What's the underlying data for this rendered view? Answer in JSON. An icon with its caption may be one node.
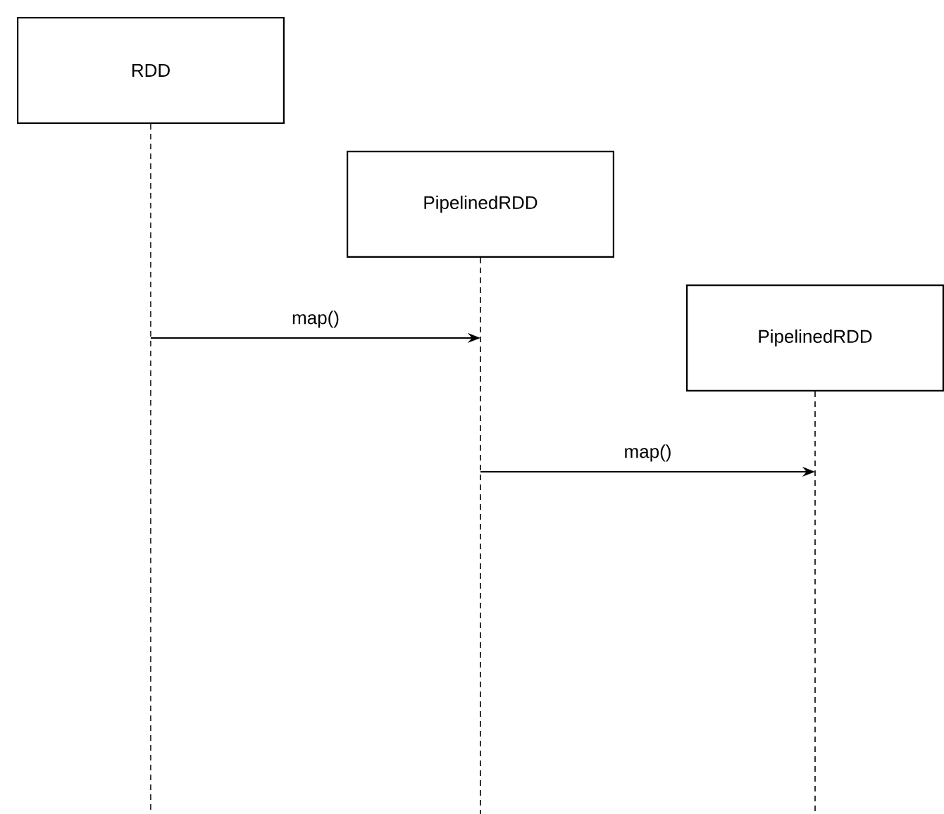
{
  "diagram": {
    "nodes": [
      {
        "text": [
          "RDD"
        ]
      },
      {
        "text": [
          "PipelinedRDD"
        ]
      },
      {
        "text": [
          "PipelinedRDD"
        ]
      }
    ],
    "edges": [
      {
        "from": 0,
        "to": 1,
        "arrow": "to",
        "label": "map()"
      },
      {
        "from": 1,
        "to": 2,
        "arrow": "to",
        "label": "map()"
      }
    ]
  }
}
